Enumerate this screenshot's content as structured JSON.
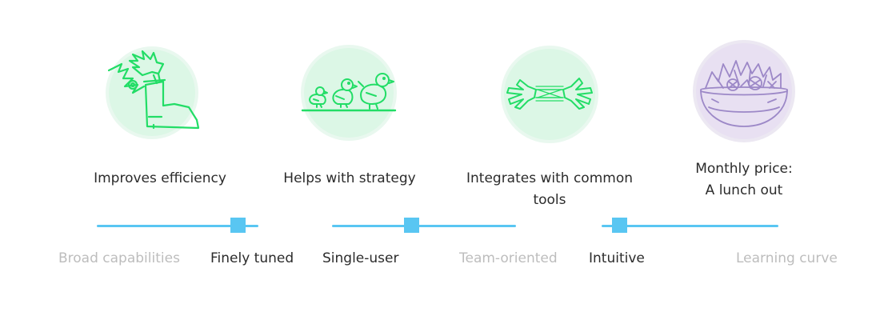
{
  "features": [
    {
      "label": "Improves efficiency",
      "icon": "winged-boot-icon"
    },
    {
      "label": "Helps with strategy",
      "icon": "ducklings-icon"
    },
    {
      "label": "Integrates with common tools",
      "icon": "connecting-hands-icon"
    },
    {
      "label": "Monthly price:\nA lunch out",
      "icon": "salad-bowl-icon"
    }
  ],
  "sliders": [
    {
      "left_label": "Broad capabilities",
      "right_label": "Finely tuned",
      "value": 0.87,
      "active_side": "right"
    },
    {
      "left_label": "Single-user",
      "right_label": "Team-oriented",
      "value": 0.43,
      "active_side": "left"
    },
    {
      "left_label": "Intuitive",
      "right_label": "Learning curve",
      "value": 0.1,
      "active_side": "left"
    }
  ],
  "colors": {
    "green_stroke": "#22dd66",
    "green_fill": "#dcf7e6",
    "green_ring": "#e9f8ef",
    "purple_stroke": "#9c88c7",
    "purple_fill": "#e8e0f2",
    "purple_ring": "#ece8f2",
    "slider_blue": "#59c6f2",
    "text_dark": "#2b2b2b",
    "text_muted": "#bdbdbd"
  }
}
